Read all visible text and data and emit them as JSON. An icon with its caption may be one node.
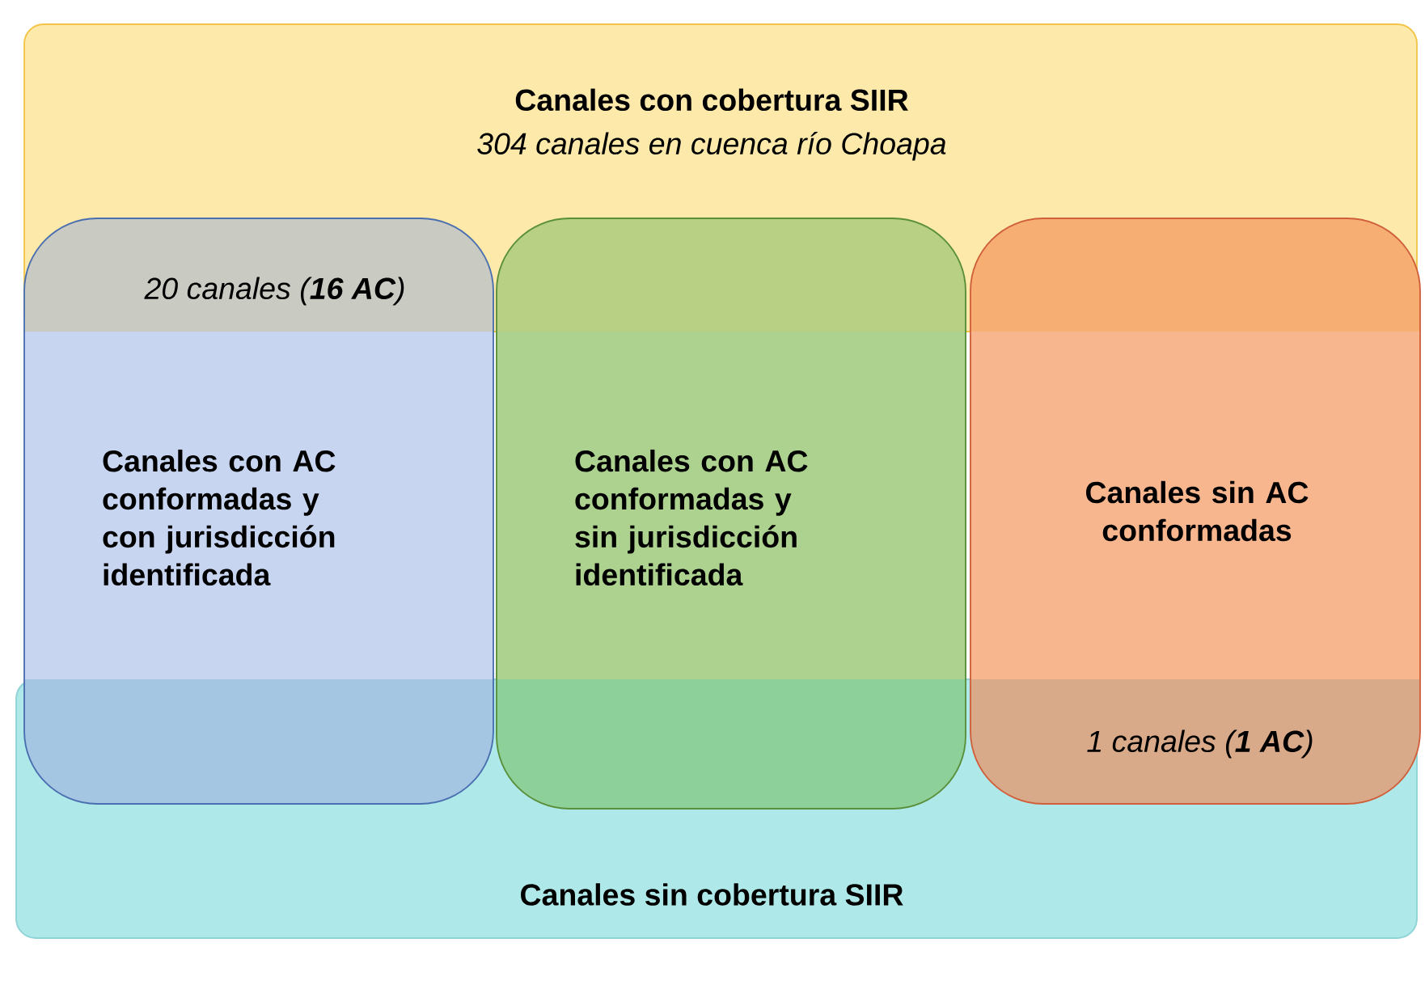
{
  "diagram": {
    "nodes": [
      {
        "text": [
          "Canales con cobertura SIIR",
          "304 canales en cuenca río Choapa"
        ]
      },
      {
        "text": [
          "Canales sin cobertura SIIR"
        ]
      },
      {
        "text": [
          "Canales con AC conformadas y con jurisdicción identificada"
        ]
      },
      {
        "text": [
          "Canales con AC conformadas y sin jurisdicción identificada"
        ]
      },
      {
        "text": [
          "Canales sin AC conformadas"
        ]
      }
    ],
    "labels": [
      "20 canales (**16 AC**)",
      "1 canales (**1 AC**)"
    ]
  }
}
